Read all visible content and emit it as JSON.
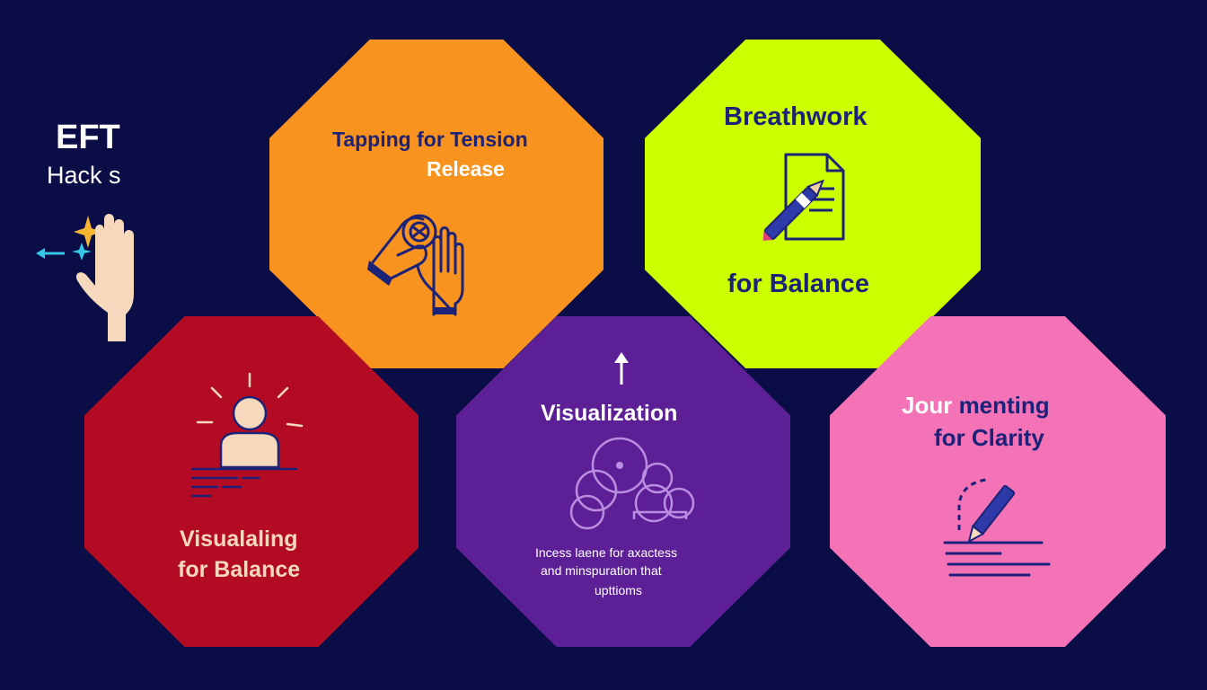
{
  "colors": {
    "background": "#0b0d47",
    "tapping": "#f7931e",
    "breathwork": "#ccff00",
    "visualaling": "#b40b24",
    "visualization": "#5c1f96",
    "journaling": "#f472b6",
    "navy": "#1b2277"
  },
  "sidebar": {
    "title": "EFT",
    "subtitle": "Hack s",
    "icon": "hand-sparkle-icon"
  },
  "cards": {
    "tapping": {
      "line1": "Tapping for Tension",
      "line2": "Release",
      "icon": "tapping-hands-icon"
    },
    "breathwork": {
      "title": "Breathwork",
      "line2": "for Balance",
      "icon": "document-pen-icon"
    },
    "visualaling": {
      "line1": "Visualaling",
      "line2": "for Balance",
      "icon": "person-radiating-icon"
    },
    "visualization": {
      "title": "Visualization",
      "body1": "Incess laene for axactess",
      "body2": "and minspuration that",
      "body3": "upttioms",
      "icon": "bubbles-icon",
      "arrow": "arrow-up-icon"
    },
    "journaling": {
      "line1a": "Jour",
      "line1b": " menting",
      "line2": "for Clarity",
      "icon": "pen-writing-icon"
    }
  }
}
